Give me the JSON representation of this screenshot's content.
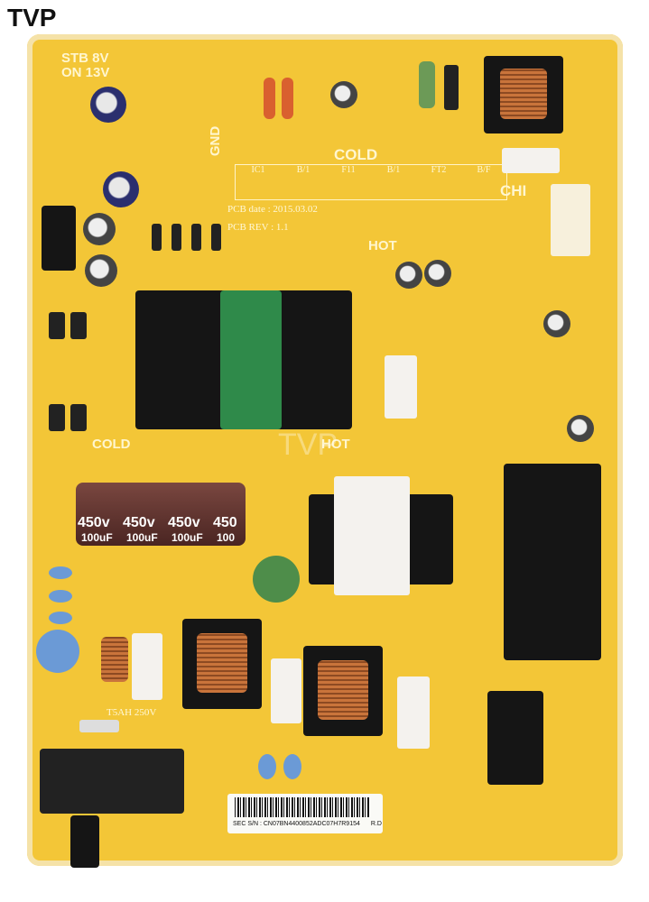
{
  "watermark": "TVP",
  "board": {
    "color": "#f3c637",
    "labels": {
      "stb": "STB 8V",
      "on": "ON 13V",
      "gnd": "GND",
      "cold_top": "COLD",
      "hot_top": "HOT",
      "pcb_date": "PCB date : 2015.03.02",
      "pcb_rev": "PCB REV : 1.1",
      "chi": "CHI",
      "cold_mid": "COLD",
      "hot_mid": "HOT",
      "fuse": "T5AH 250V",
      "center_watermark": "TVP"
    },
    "table_headers": [
      "IC1",
      "B/1",
      "F11",
      "B/1",
      "FT2",
      "B/F"
    ],
    "capacitor_ratings": [
      {
        "voltage": "450v",
        "capacitance": "100uF"
      },
      {
        "voltage": "450v",
        "capacitance": "100uF"
      },
      {
        "voltage": "450v",
        "capacitance": "100uF"
      },
      {
        "voltage": "450",
        "capacitance": "100"
      }
    ],
    "serial_label": {
      "prefix": "SEC S/N :",
      "serial": "CN07BN4400852ADC07H7R9154",
      "suffix": "R.D"
    }
  }
}
